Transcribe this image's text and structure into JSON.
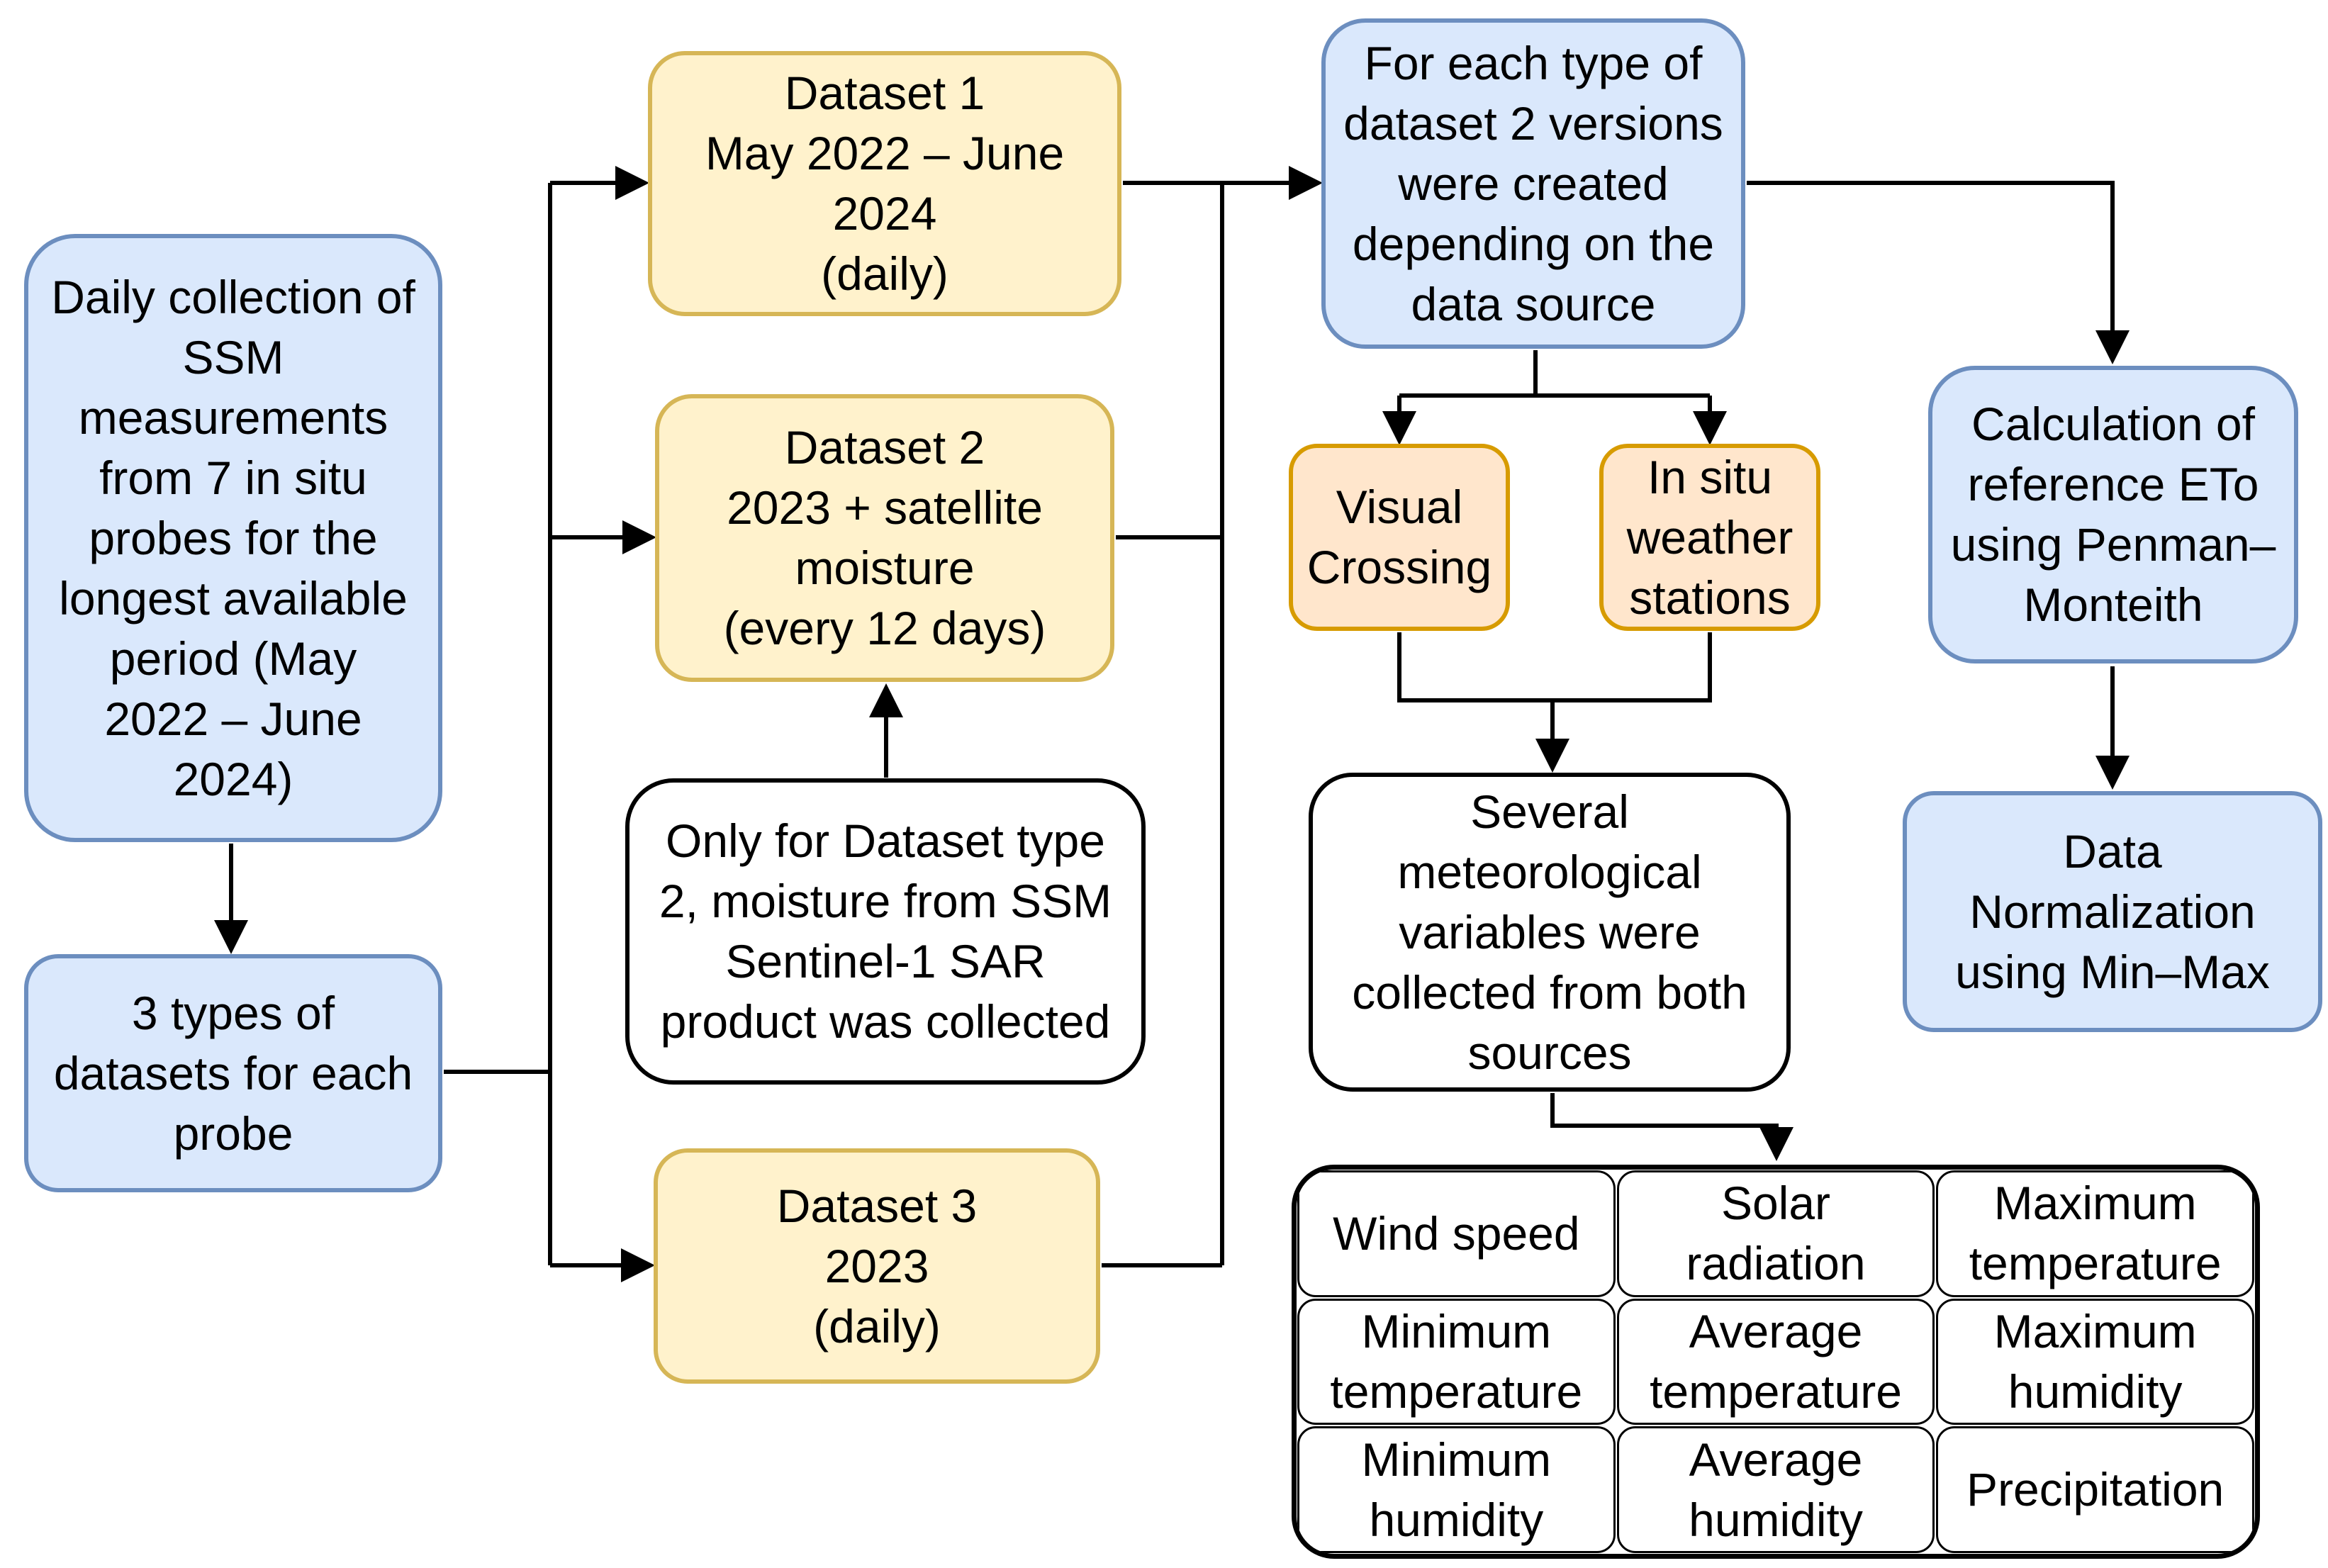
{
  "boxes": {
    "daily_collection": "Daily collection of\nSSM\nmeasurements\nfrom 7 in situ\nprobes for the\nlongest available\nperiod (May\n2022 – June\n2024)",
    "three_types": "3 types of\ndatasets for each\nprobe",
    "dataset1": "Dataset 1\nMay 2022 – June\n2024\n(daily)",
    "dataset2": "Dataset 2\n2023 + satellite\nmoisture\n(every 12 days)",
    "dataset3": "Dataset 3\n2023\n(daily)",
    "only_dataset2": "Only for Dataset type\n2, moisture from SSM\nSentinel-1 SAR\nproduct was collected",
    "for_each_type": "For each type of\ndataset 2 versions\nwere created\ndepending on the\ndata source",
    "visual_crossing": "Visual\nCrossing",
    "in_situ_stations": "In situ\nweather\nstations",
    "several_variables": "Several\nmeteorological\nvariables were\ncollected from both\nsources",
    "calc_eto": "Calculation of\nreference ETo\nusing Penman–\nMonteith",
    "normalization": "Data\nNormalization\nusing Min–Max"
  },
  "variables": [
    "Wind speed",
    "Solar\nradiation",
    "Maximum\ntemperature",
    "Minimum\ntemperature",
    "Average\ntemperature",
    "Maximum\nhumidity",
    "Minimum\nhumidity",
    "Average\nhumidity",
    "Precipitation"
  ],
  "colors": {
    "blue_fill": "#dae8fc",
    "blue_stroke": "#6c8ebf",
    "yellow_fill": "#fff2cc",
    "yellow_stroke": "#d6b656",
    "orange_fill": "#ffe6cc",
    "orange_stroke": "#d79b00"
  }
}
